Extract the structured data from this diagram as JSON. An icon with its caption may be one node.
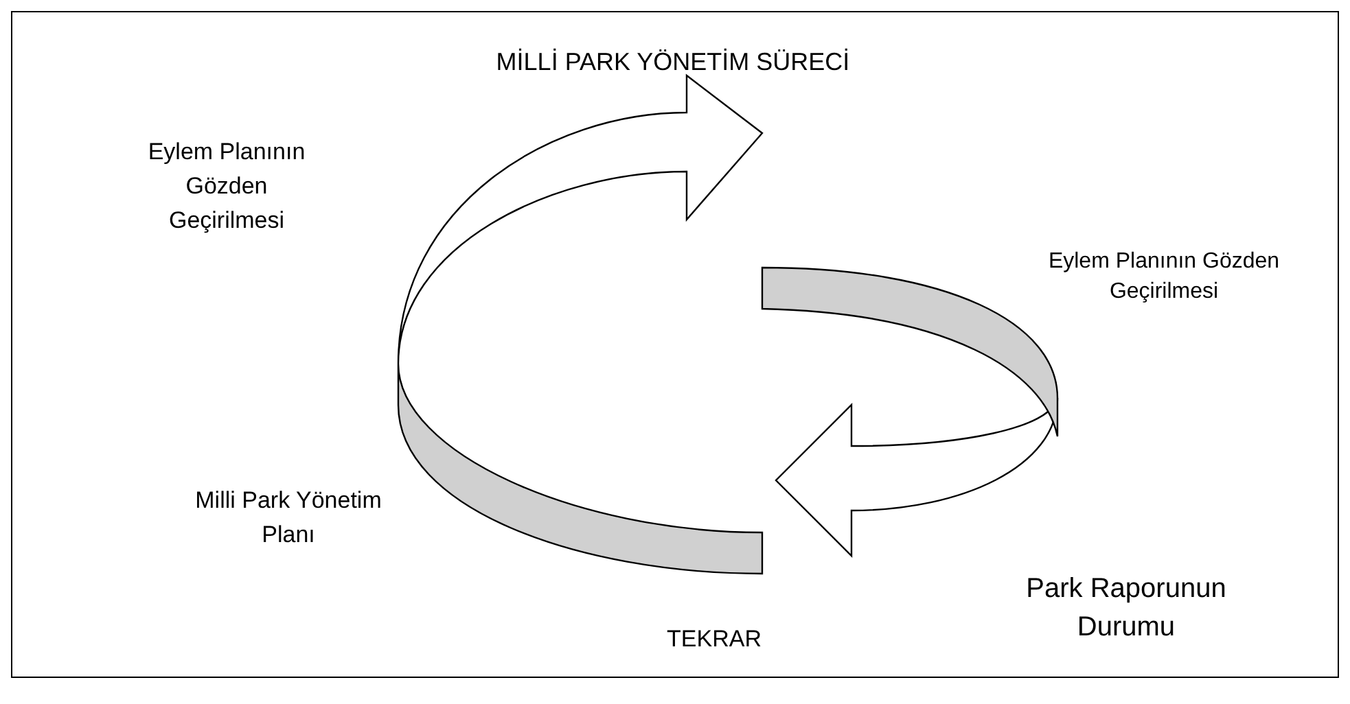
{
  "diagram": {
    "title": "MİLLİ PARK YÖNETİM SÜRECİ",
    "labels": [
      "Eylem Planının Gözden Geçirilmesi",
      "Eylem Planının Gözden Geçirilmesi",
      "Milli Park Yönetim Planı",
      "Park Raporunun Durumu",
      "TEKRAR"
    ]
  }
}
